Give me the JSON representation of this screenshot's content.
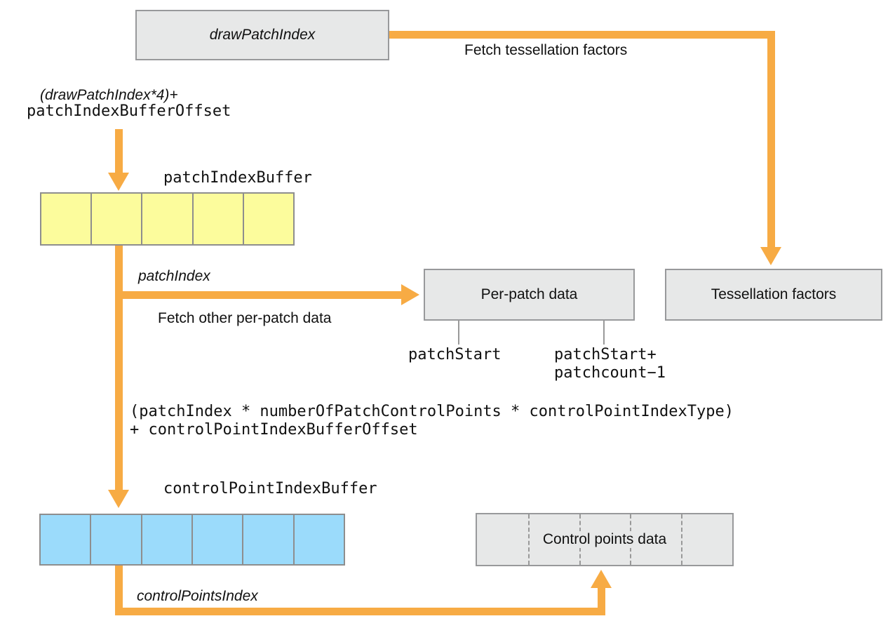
{
  "colors": {
    "orange": "#F7AB44",
    "yellow": "#FCFC9C",
    "blue": "#9BDBFB",
    "box_fill": "#E7E8E8",
    "box_border": "#98999B",
    "cell_border": "#8E8E8E",
    "tick": "#999999"
  },
  "nodes": {
    "draw_patch_index": {
      "label": "drawPatchIndex"
    },
    "per_patch_data": {
      "label": "Per-patch data"
    },
    "tessellation_factors": {
      "label": "Tessellation factors"
    },
    "control_points_data": {
      "label": "Control points data",
      "separators": 4
    }
  },
  "buffers": {
    "patch_index_buffer": {
      "label": "patchIndexBuffer",
      "cells": 5
    },
    "control_point_index_buffer": {
      "label": "controlPointIndexBuffer",
      "cells": 6
    }
  },
  "edges": {
    "fetch_tessellation_factors": "Fetch tessellation factors",
    "fetch_other_per_patch_data": "Fetch other per-patch data"
  },
  "annotations": {
    "draw_patch_offset_expr": "(drawPatchIndex*4)+",
    "patch_index_buffer_offset": "patchIndexBufferOffset",
    "patch_index": "patchIndex",
    "patch_start": "patchStart",
    "patch_start_plus": "patchStart+\npatchcount−1",
    "control_point_formula": "(patchIndex * numberOfPatchControlPoints * controlPointIndexType)\n+ controlPointIndexBufferOffset",
    "control_points_index": "controlPointsIndex"
  }
}
